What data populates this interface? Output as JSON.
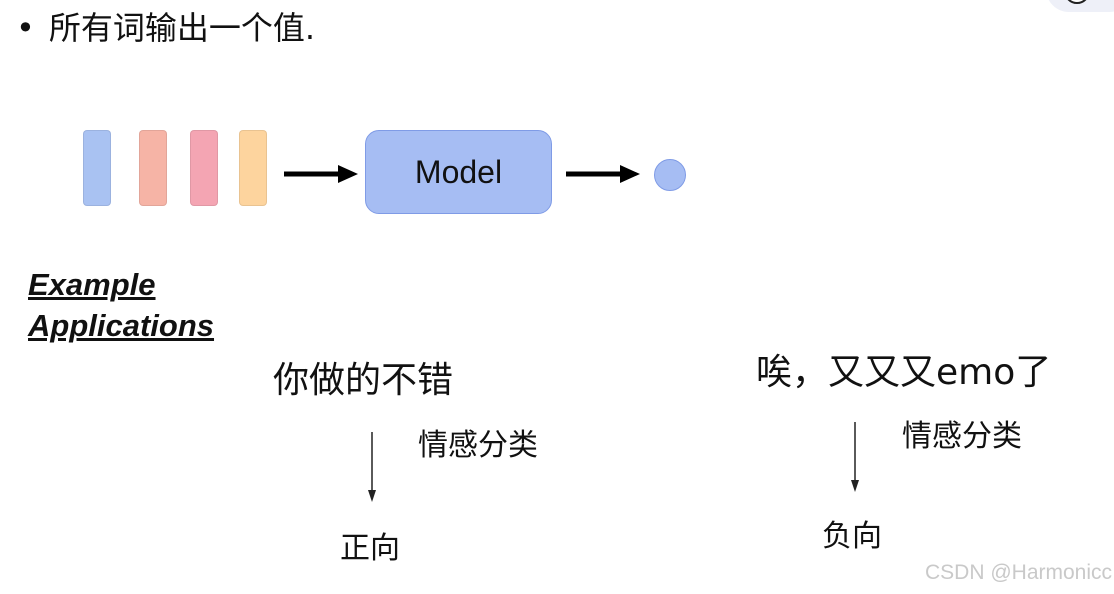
{
  "header": {
    "bullet": "•",
    "text": "所有词输出一个值."
  },
  "diagram": {
    "tokens": [
      {
        "color": "#a9c2f2"
      },
      {
        "color": "#f6b4a6"
      },
      {
        "color": "#f4a5b3"
      },
      {
        "color": "#fdd49e"
      }
    ],
    "model_label": "Model",
    "model_color": "#a6bdf3",
    "output_color": "#a6bdf3"
  },
  "example": {
    "heading_line1": "Example",
    "heading_line2": "Applications"
  },
  "cases": [
    {
      "sentence": "你做的不错",
      "task": "情感分类",
      "result": "正向"
    },
    {
      "sentence": "唉，又又又emo了",
      "task": "情感分类",
      "result": "负向"
    }
  ],
  "watermark": "CSDN @Harmonicc"
}
